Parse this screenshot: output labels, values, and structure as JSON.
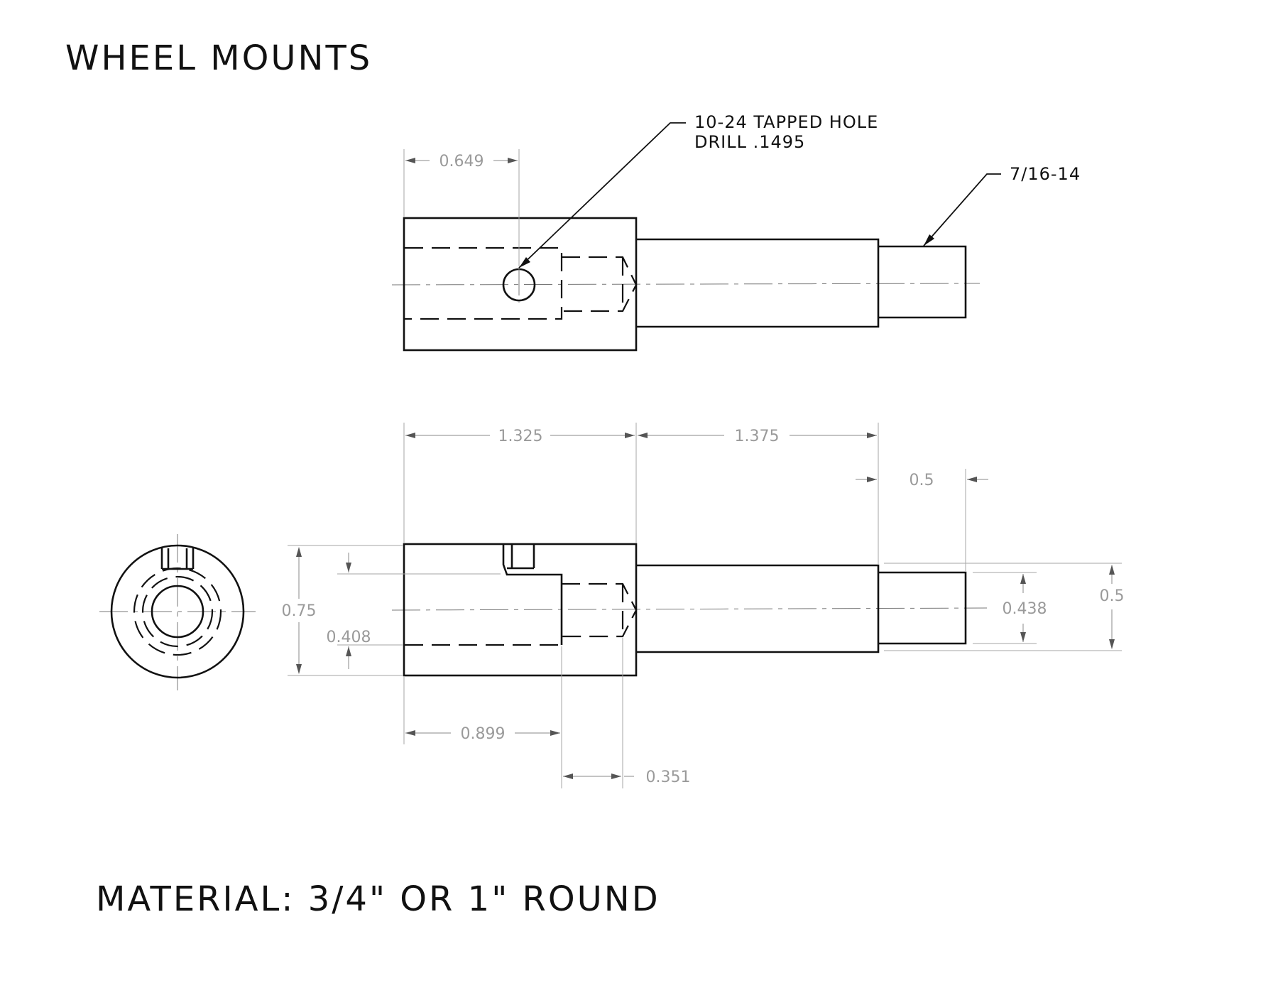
{
  "title": "WHEEL MOUNTS",
  "material_note": "MATERIAL: 3/4\" OR 1\" ROUND",
  "callouts": {
    "tapped_hole_line1": "10-24 TAPPED HOLE",
    "tapped_hole_line2": "DRILL .1495",
    "thread": "7/16-14"
  },
  "dimensions": {
    "hole_position": "0.649",
    "body_length": "1.325",
    "shaft_length": "1.375",
    "thread_length": "0.5",
    "body_diameter": "0.75",
    "bore_diameter": "0.408",
    "thread_diameter": "0.438",
    "shaft_diameter": "0.5",
    "bore_depth": "0.899",
    "drill_depth": "0.351"
  }
}
